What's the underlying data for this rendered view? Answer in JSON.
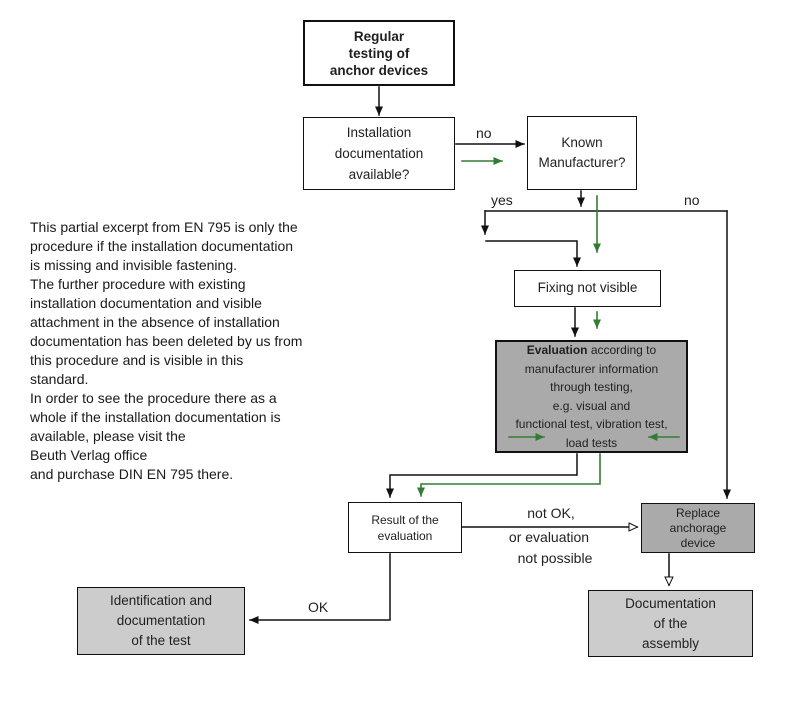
{
  "colors": {
    "green_arrow": "#347c34",
    "box_gray_dark": "#aaaaaa",
    "box_gray_light": "#cccccc",
    "line_black": "#111111"
  },
  "nodes": {
    "start": {
      "lines": [
        "Regular",
        "testing of",
        "anchor devices"
      ]
    },
    "installation": {
      "lines": [
        "Installation",
        "documentation",
        "available?"
      ]
    },
    "known": {
      "lines": [
        "Known",
        "Manufacturer?"
      ]
    },
    "fixing": {
      "label": "Fixing not visible"
    },
    "evaluation": {
      "title_bold": "Evaluation",
      "title_rest": " according to",
      "lines": [
        "manufacturer information",
        "through testing,",
        "e.g. visual and",
        "functional test, vibration test,",
        "load tests"
      ]
    },
    "result": {
      "lines": [
        "Result of the",
        "evaluation"
      ]
    },
    "replace": {
      "lines": [
        "Replace",
        "anchorage",
        "device"
      ]
    },
    "documentation": {
      "lines": [
        "Documentation",
        "of the",
        "assembly"
      ]
    },
    "identification": {
      "lines": [
        "Identification and",
        "documentation",
        "of the test"
      ]
    }
  },
  "edge_labels": {
    "no_top": "no",
    "yes": "yes",
    "no_right": "no",
    "ok": "OK",
    "not_ok_line1": "not OK,",
    "not_ok_line2": "or evaluation",
    "not_ok_line3": "not possible"
  },
  "note": {
    "lines": [
      "This partial excerpt from EN 795 is only the",
      "procedure if the installation documentation",
      "is missing and invisible fastening.",
      "The further procedure with existing",
      "installation documentation and visible",
      "attachment in the absence of installation",
      "documentation has been deleted by us from",
      "this procedure and is visible in this",
      "standard.",
      "In order to see the procedure there as a",
      "whole if the installation documentation is",
      "available, please visit the",
      "Beuth Verlag office",
      "and purchase DIN EN 795 there."
    ]
  }
}
